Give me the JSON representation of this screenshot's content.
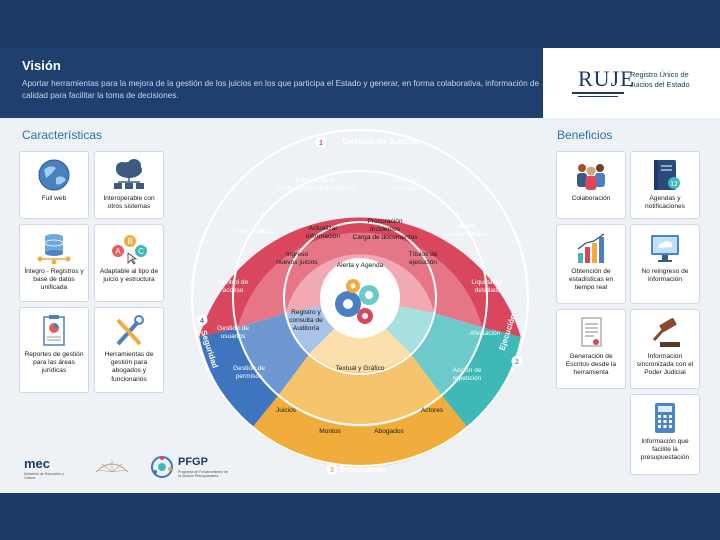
{
  "header": {
    "vision_title": "Visión",
    "vision_text": "Aportar herramientas para la mejora de la gestión de los juicios en los que participa el Estado y generar, en forma colaborativa, información de calidad para facilitar la toma de decisiones.",
    "logo_text": "RUJE",
    "logo_subtitle": "Registro Único de Juicios del Estado"
  },
  "caracteristicas": {
    "title": "Características",
    "items": [
      {
        "label": "Full web",
        "icon": "globe-icon"
      },
      {
        "label": "Interoperable con otros sistemas",
        "icon": "cloud-network-icon"
      },
      {
        "label": "Íntegro - Registros y base de datos unificada",
        "icon": "database-icon"
      },
      {
        "label": "Adaptable al tipo de juicio y estructura",
        "icon": "abc-options-icon"
      },
      {
        "label": "Reportes de gestión para las áreas jurídicas",
        "icon": "report-icon"
      },
      {
        "label": "Herramientas de gestión para abogados y funcionarios",
        "icon": "tools-icon"
      }
    ]
  },
  "beneficios": {
    "title": "Beneficios",
    "items": [
      {
        "label": "Colaboración",
        "icon": "people-icon"
      },
      {
        "label": "Agendas y notificaciones",
        "icon": "notebook-icon",
        "badge": "12"
      },
      {
        "label": "Obtención de estadísticas en tiempo real",
        "icon": "bar-chart-icon"
      },
      {
        "label": "No reingreso de información",
        "icon": "monitor-icon"
      },
      {
        "label": "Generación de Escritos desde la herramienta",
        "icon": "document-icon"
      },
      {
        "label": "Información sincronizada con el Poder Judicial",
        "icon": "gavel-icon"
      },
      {
        "label": "Información que facilite la presupuestación",
        "icon": "calculator-icon"
      }
    ]
  },
  "wheel": {
    "colors": {
      "gestion": "#d9475c",
      "ejecucion": "#3fb8b8",
      "estadisticas": "#f0ad3c",
      "seguridad": "#3f74bf"
    },
    "rings": [
      {
        "number": "1",
        "name": "Gestión de Juicios"
      },
      {
        "number": "2",
        "name": "Ejecución"
      },
      {
        "number": "3",
        "name": "Estadísticas"
      },
      {
        "number": "4",
        "name": "Seguridad"
      }
    ],
    "gestion_outer": [
      "Tribunal de lo Contencioso Administrativo",
      "Procesos Arbitrales",
      "Poder Judicial",
      "Juicios internacionales"
    ],
    "gestion_inner": [
      "Actualizar información",
      "Procuración Incidentes Carga de documentos",
      "Ingreso nuevos juicios",
      "Títulos de ejecución"
    ],
    "center_top": "Alerta y Agenda",
    "ejecucion_outer": [
      "Liquidación detallada",
      "Afectación",
      "Acción de repetición"
    ],
    "estadisticas_inner": "Textual y Gráfico",
    "estadisticas_outer": [
      "Juicios",
      "Actores",
      "Montos",
      "Abogados"
    ],
    "seguridad_outer": [
      "Control de acceso",
      "Gestión de usuarios",
      "Gestión de permisos"
    ],
    "seguridad_inner": "Registro y consulta de Auditoría"
  },
  "footer": {
    "logos": [
      "mec",
      "Ministerio de Educación y Cultura",
      "PFGP",
      "Programa de Fortalecimiento de la Gestión Presupuestaria"
    ]
  }
}
